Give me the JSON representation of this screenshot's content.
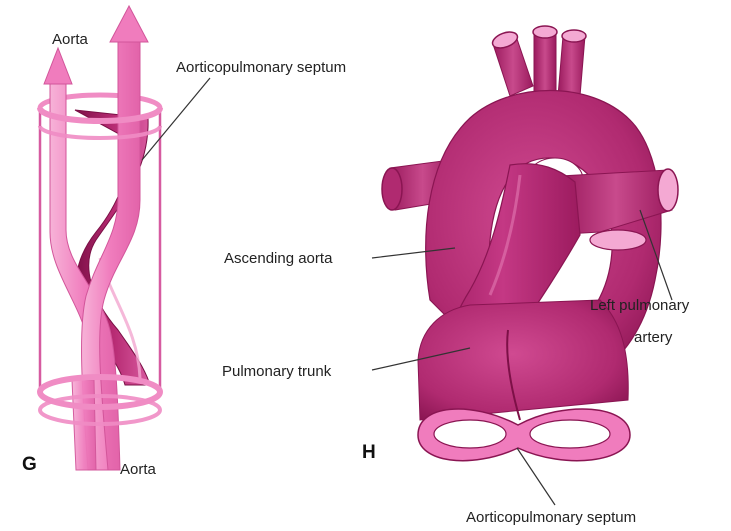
{
  "figure": {
    "panel_g": {
      "letter": "G",
      "labels": {
        "aorta_top": "Aorta",
        "septum": "Aorticopulmonary septum",
        "aorta_bottom": "Aorta"
      }
    },
    "panel_h": {
      "letter": "H",
      "labels": {
        "ascending_aorta": "Ascending aorta",
        "pulmonary_trunk": "Pulmonary trunk",
        "left_pulmonary_line1": "Left pulmonary",
        "left_pulmonary_line2": "artery",
        "septum": "Aorticopulmonary septum"
      }
    },
    "colors": {
      "light_pink": "#f08cc4",
      "medium_magenta": "#c8327f",
      "dark_magenta": "#8e1654",
      "outline": "#b52a73"
    }
  }
}
